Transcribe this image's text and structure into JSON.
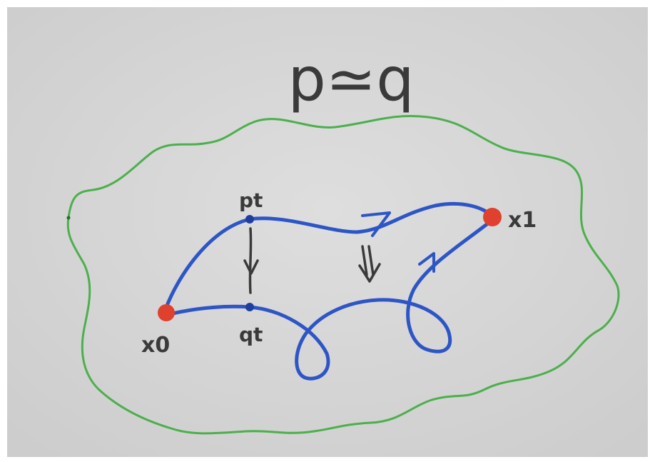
{
  "title": "p≃q",
  "labels": {
    "start_point": "x0",
    "end_point": "x1",
    "p_point": "pt",
    "q_point": "qt"
  },
  "colors": {
    "paper": "#d8d8d8",
    "space_boundary": "#4bb04b",
    "path": "#2d55c6",
    "endpoint": "#e0402e",
    "ink": "#3a3a3a"
  }
}
